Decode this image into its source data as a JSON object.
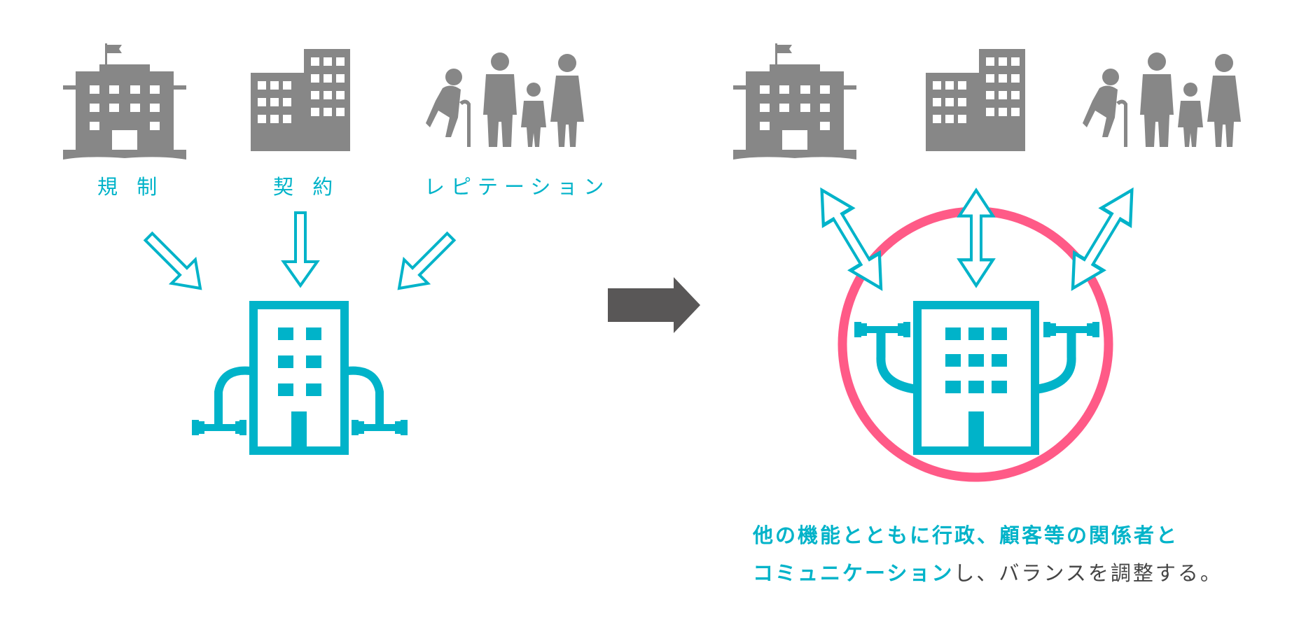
{
  "colors": {
    "gray": "#878787",
    "teal": "#00b3c9",
    "pink": "#ff5a87",
    "dark_arrow": "#595757",
    "text": "#444444"
  },
  "icons": {
    "government": "government-building-icon",
    "company": "office-building-icon",
    "people": "family-people-icon",
    "corporation": "corporate-building-character-icon"
  },
  "left": {
    "labels": {
      "regulation": "規 制",
      "contract": "契 約",
      "reputation": "レピテーション"
    }
  },
  "caption": {
    "line1_highlight": "他の機能とともに行政、顧客等の関係者と",
    "line2_highlight": "コミュニケーション",
    "line2_rest": "し、バランスを調整する。"
  }
}
